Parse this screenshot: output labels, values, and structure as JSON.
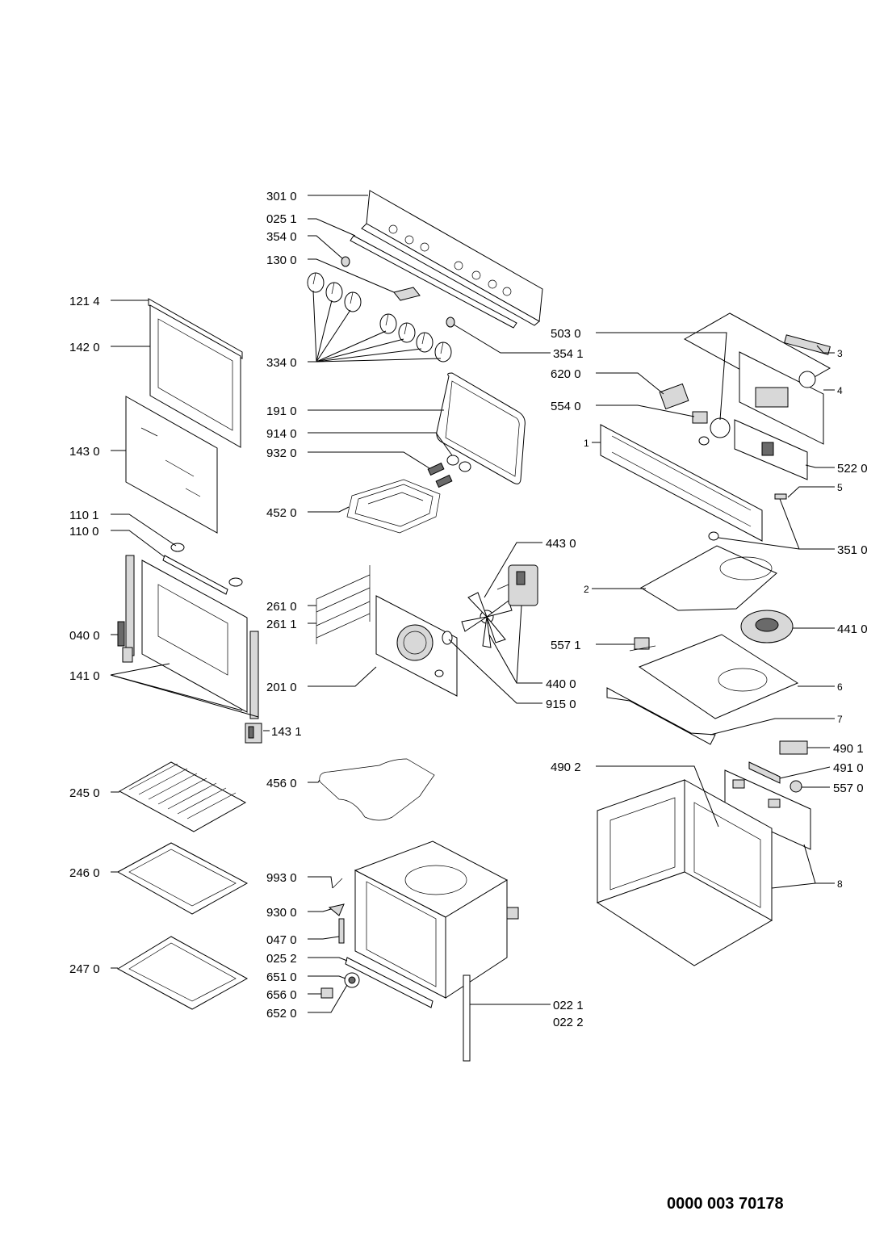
{
  "labels": {
    "l_301_0": "301 0",
    "l_025_1": "025 1",
    "l_354_0": "354 0",
    "l_130_0": "130 0",
    "l_334_0": "334 0",
    "l_354_1": "354 1",
    "l_121_4": "121 4",
    "l_142_0": "142 0",
    "l_143_0": "143 0",
    "l_110_1": "110 1",
    "l_110_0": "110 0",
    "l_040_0": "040 0",
    "l_141_0": "141 0",
    "l_143_1": "143 1",
    "l_191_0": "191 0",
    "l_914_0": "914 0",
    "l_932_0": "932 0",
    "l_452_0": "452 0",
    "l_261_0": "261 0",
    "l_261_1": "261 1",
    "l_201_0": "201 0",
    "l_443_0": "443 0",
    "l_440_0": "440 0",
    "l_915_0": "915 0",
    "l_456_0": "456 0",
    "l_245_0": "245 0",
    "l_246_0": "246 0",
    "l_247_0": "247 0",
    "l_993_0": "993 0",
    "l_930_0": "930 0",
    "l_047_0": "047 0",
    "l_025_2": "025 2",
    "l_651_0": "651 0",
    "l_656_0": "656 0",
    "l_652_0": "652 0",
    "l_022_1": "022 1",
    "l_022_2": "022 2",
    "l_503_0": "503 0",
    "l_620_0": "620 0",
    "l_554_0": "554 0",
    "l_522_0": "522 0",
    "l_351_0": "351 0",
    "l_441_0": "441 0",
    "l_557_1": "557 1",
    "l_490_1": "490 1",
    "l_490_2": "490 2",
    "l_491_0": "491 0",
    "l_557_0": "557 0",
    "n_1": "1",
    "n_2": "2",
    "n_3": "3",
    "n_4": "4",
    "n_5": "5",
    "n_6": "6",
    "n_7": "7",
    "n_8": "8"
  },
  "document_number": "0000 003 70178"
}
